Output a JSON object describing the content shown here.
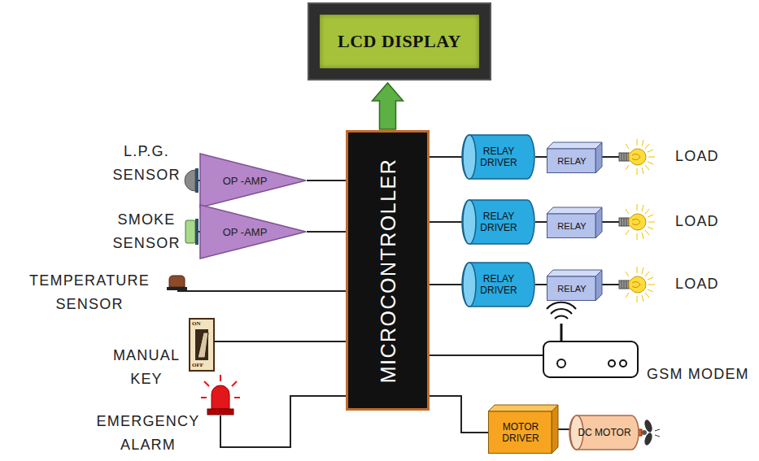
{
  "diagram": {
    "nodes": [
      {
        "text": [
          "LCD DISPLAY"
        ]
      },
      {
        "text": [
          "OP -AMP"
        ]
      },
      {
        "text": [
          "OP -AMP"
        ]
      },
      {
        "text": [
          "MICROCONTROLLER"
        ]
      },
      {
        "text": [
          "RELAY DRIVER"
        ]
      },
      {
        "text": [
          "RELAY DRIVER"
        ]
      },
      {
        "text": [
          "RELAY DRIVER"
        ]
      },
      {
        "text": [
          "RELAY"
        ]
      },
      {
        "text": [
          "RELAY"
        ]
      },
      {
        "text": [
          "RELAY"
        ]
      },
      {
        "text": [
          "MOTOR DRIVER"
        ]
      },
      {
        "text": [
          "DC MOTOR"
        ]
      }
    ],
    "edges": [
      {
        "from": 3,
        "to": 0,
        "arrow": "to"
      },
      {
        "from": 1,
        "to": 3,
        "arrow": "none"
      },
      {
        "from": 2,
        "to": 3,
        "arrow": "none"
      },
      {
        "from": 3,
        "to": 4,
        "arrow": "none"
      },
      {
        "from": 3,
        "to": 5,
        "arrow": "none"
      },
      {
        "from": 3,
        "to": 6,
        "arrow": "none"
      },
      {
        "from": 4,
        "to": 7,
        "arrow": "none"
      },
      {
        "from": 5,
        "to": 8,
        "arrow": "none"
      },
      {
        "from": 6,
        "to": 9,
        "arrow": "none"
      },
      {
        "from": 3,
        "to": 10,
        "arrow": "none"
      },
      {
        "from": 10,
        "to": 11,
        "arrow": "none"
      }
    ],
    "labels": [
      "L.P.G. SENSOR",
      "SMOKE SENSOR",
      "TEMPERATURE SENSOR",
      "ON",
      "OFF",
      "MANUAL KEY",
      "EMERGENCY ALARM",
      "LOAD",
      "LOAD",
      "LOAD",
      "GSM MODEM"
    ]
  }
}
